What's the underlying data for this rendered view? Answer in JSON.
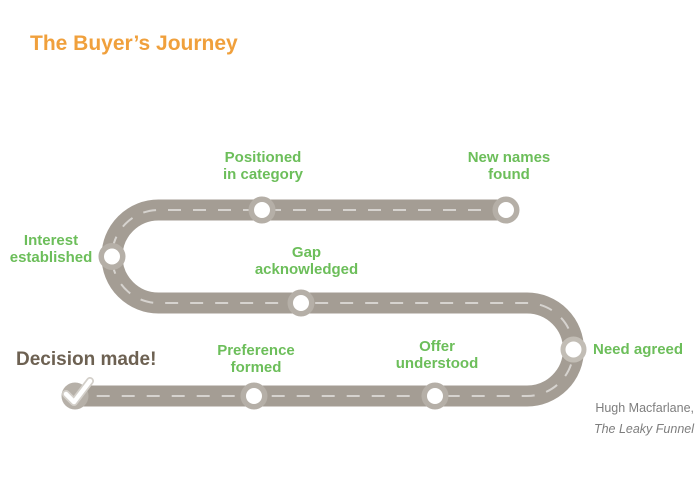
{
  "title": "The Buyer’s Journey",
  "milestones": [
    {
      "id": "new-names-found",
      "label": "New names\nfound"
    },
    {
      "id": "positioned-in-category",
      "label": "Positioned\nin category"
    },
    {
      "id": "interest-established",
      "label": "Interest\nestablished"
    },
    {
      "id": "gap-acknowledged",
      "label": "Gap\nacknowledged"
    },
    {
      "id": "need-agreed",
      "label": "Need agreed"
    },
    {
      "id": "offer-understood",
      "label": "Offer\nunderstood"
    },
    {
      "id": "preference-formed",
      "label": "Preference\nformed"
    },
    {
      "id": "decision-made",
      "label": "Decision made!"
    }
  ],
  "attribution": {
    "author": "Hugh Macfarlane,",
    "work": "The Leaky Funnel"
  },
  "icons": {
    "checkmark": "checkmark-icon"
  },
  "colors": {
    "title": "#f0a03c",
    "label_green": "#6cbe5a",
    "road": "#a49d94",
    "ring": "#b5afa7",
    "ring_light": "#c2bdb5",
    "check_circle": "#b6b0a8",
    "decision_text": "#6d6152",
    "attribution_text": "#7e7e7e"
  }
}
